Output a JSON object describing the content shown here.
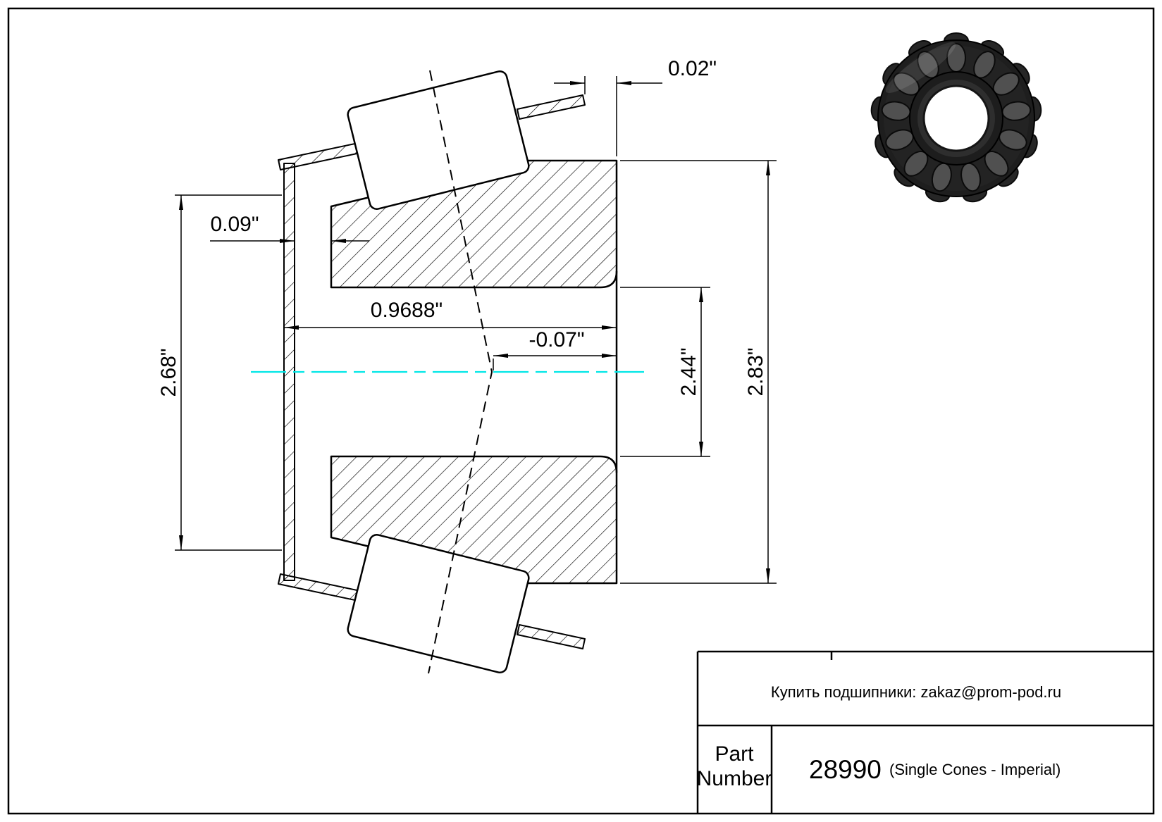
{
  "page": {
    "background": "#ffffff",
    "line_color": "#000000",
    "centerline_color": "#00e6e6"
  },
  "drawing": {
    "dimensions": {
      "back_face_offset": "0.02\"",
      "front_rib_width": "0.09\"",
      "cage_diameter": "2.68\"",
      "cone_width": "0.9688\"",
      "effective_center": "-0.07\"",
      "race_small_diameter": "2.44\"",
      "outer_diameter": "2.83\""
    }
  },
  "title_block": {
    "contact_line": "Купить подшипники: zakaz@prom-pod.ru",
    "part_label_line1": "Part",
    "part_label_line2": "Number",
    "part_number": "28990",
    "part_series_note": "(Single Cones - Imperial)"
  }
}
